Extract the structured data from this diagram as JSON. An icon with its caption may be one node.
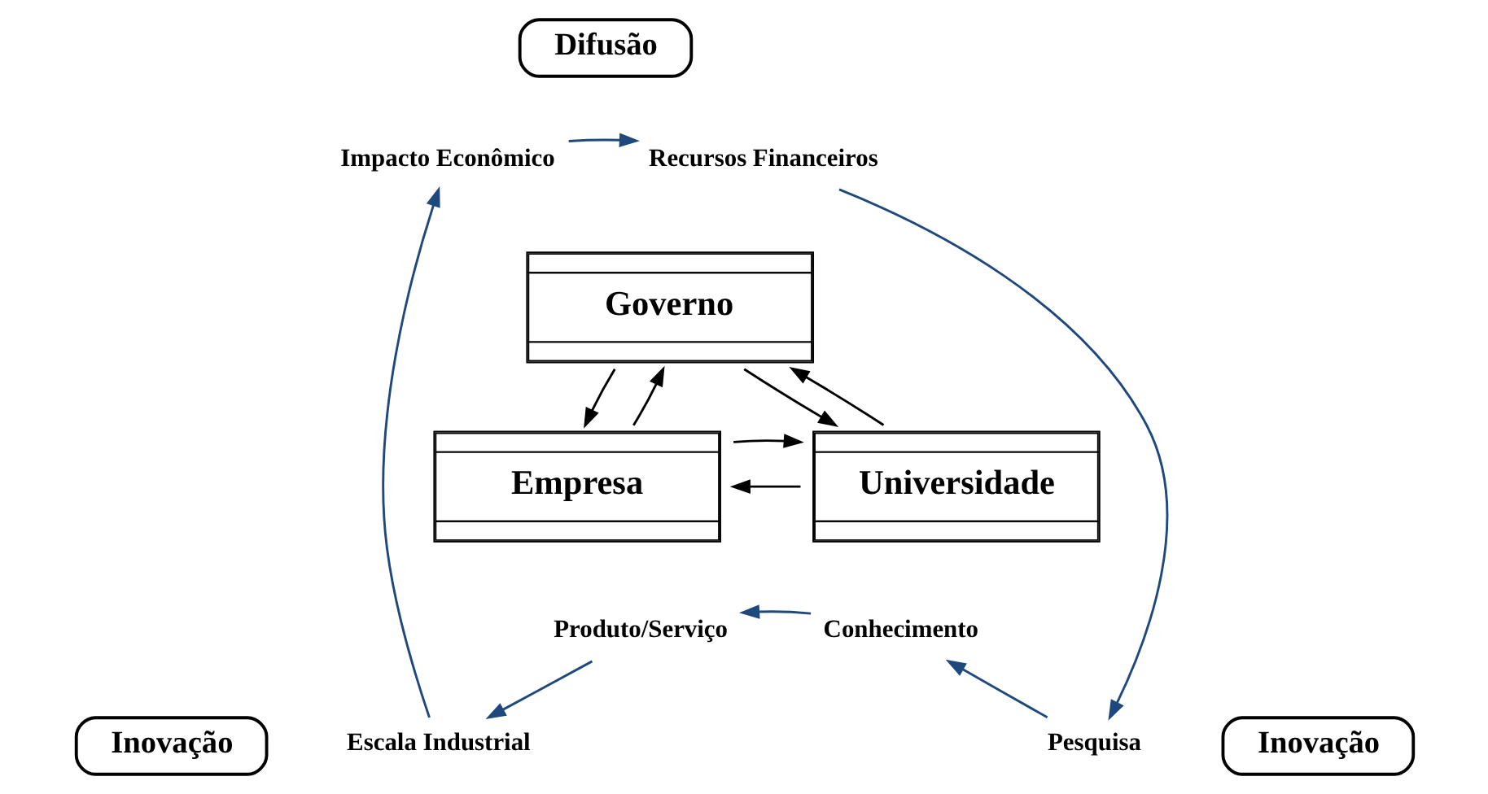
{
  "diagram": {
    "nodes": [
      {
        "text": [
          "Difusão"
        ]
      },
      {
        "text": [
          "Impacto Econômico"
        ]
      },
      {
        "text": [
          "Recursos Financeiros"
        ]
      },
      {
        "text": [
          "Governo"
        ]
      },
      {
        "text": [
          "Escala Industrial"
        ]
      },
      {
        "text": [
          "Inovação"
        ]
      },
      {
        "text": [
          "Pesquisa"
        ]
      },
      {
        "text": [
          "Inovação"
        ]
      },
      {
        "text": [
          "Empresa"
        ]
      },
      {
        "text": [
          "Universidade"
        ]
      },
      {
        "text": [
          "Produto/Serviço"
        ]
      },
      {
        "text": [
          "Conhecimento"
        ]
      }
    ],
    "edges": [
      {
        "from": 1,
        "to": 2,
        "arrow": "to",
        "color": "#1f497d"
      },
      {
        "from": 2,
        "to": 6,
        "arrow": "to",
        "color": "#1f497d"
      },
      {
        "from": 6,
        "to": 11,
        "arrow": "to",
        "color": "#1f497d"
      },
      {
        "from": 11,
        "to": 10,
        "arrow": "to",
        "color": "#1f497d"
      },
      {
        "from": 10,
        "to": 4,
        "arrow": "to",
        "color": "#1f497d"
      },
      {
        "from": 4,
        "to": 1,
        "arrow": "to",
        "color": "#1f497d"
      },
      {
        "from": 3,
        "to": 8,
        "arrow": "to",
        "color": "#000000"
      },
      {
        "from": 8,
        "to": 3,
        "arrow": "to",
        "color": "#000000"
      },
      {
        "from": 3,
        "to": 9,
        "arrow": "to",
        "color": "#000000"
      },
      {
        "from": 9,
        "to": 3,
        "arrow": "to",
        "color": "#000000"
      },
      {
        "from": 9,
        "to": 8,
        "arrow": "to",
        "color": "#000000"
      },
      {
        "from": 8,
        "to": 9,
        "arrow": "to",
        "color": "#000000"
      }
    ]
  }
}
